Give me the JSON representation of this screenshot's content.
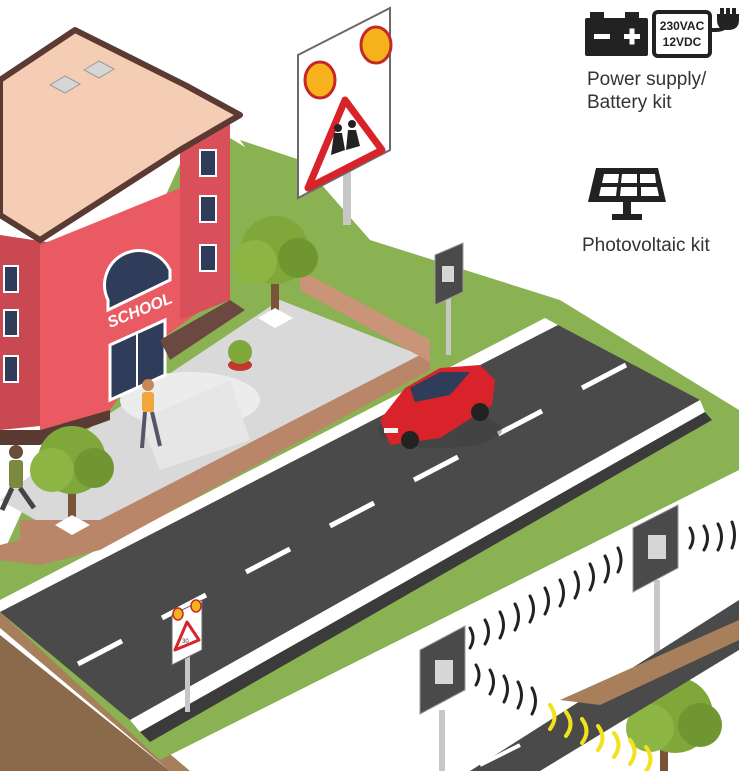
{
  "legend": {
    "power": {
      "label_line1": "Power supply/",
      "label_line2": "Battery kit",
      "adapter_line1": "230VAC",
      "adapter_line2": "12VDC",
      "icons": [
        "battery-icon",
        "power-adapter-icon",
        "plug-icon"
      ]
    },
    "solar": {
      "label": "Photovoltaic kit",
      "icons": [
        "solar-panel-icon"
      ]
    }
  },
  "scene": {
    "building_sign": "SCHOOL",
    "mini_sign_text": "30"
  },
  "colors": {
    "building": "#e95a63",
    "roof": "#f5cdb5",
    "grass": "#8ab152",
    "road": "#4a4a4a",
    "tree": "#7fa73a",
    "warning_red": "#d8232a",
    "lamp_yellow": "#f6b21b",
    "sensor_waves": "#222222",
    "loop_waves": "#f2e21d"
  }
}
